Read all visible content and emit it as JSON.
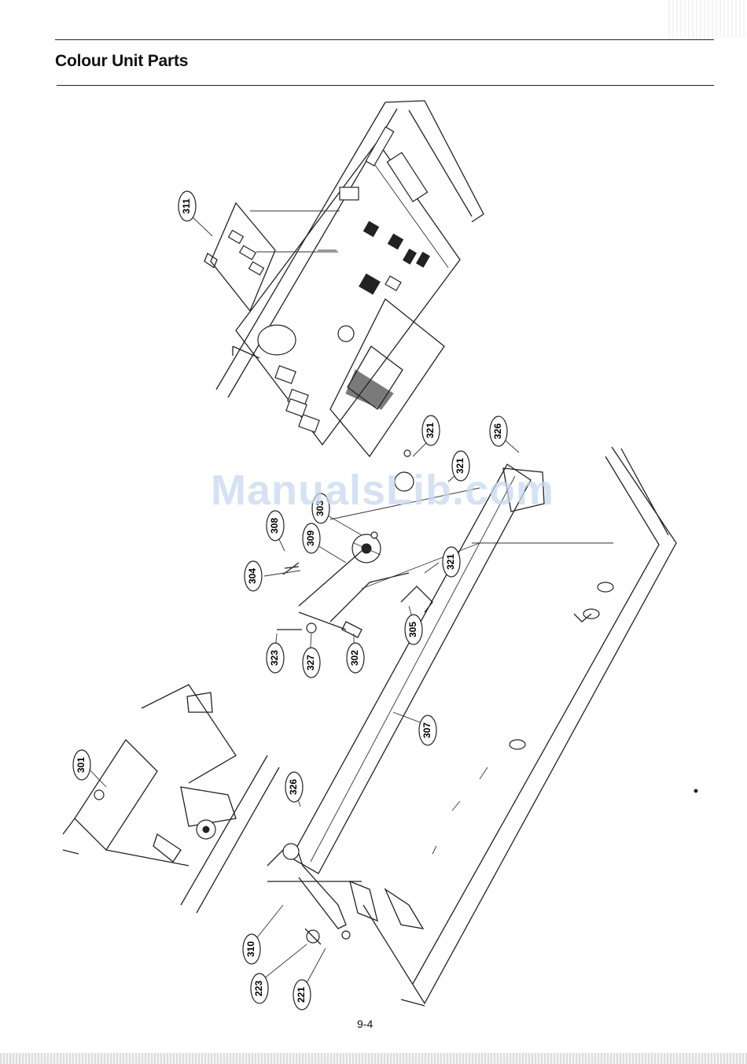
{
  "header": {
    "title": "Colour Unit Parts"
  },
  "watermark": "ManualsLib.com",
  "page_number": "9-4",
  "callouts": [
    {
      "id": "c311",
      "label": "311"
    },
    {
      "id": "c321a",
      "label": "321"
    },
    {
      "id": "c321b",
      "label": "321"
    },
    {
      "id": "c326a",
      "label": "326"
    },
    {
      "id": "c303",
      "label": "303"
    },
    {
      "id": "c308",
      "label": "308"
    },
    {
      "id": "c309",
      "label": "309"
    },
    {
      "id": "c304",
      "label": "304"
    },
    {
      "id": "c321c",
      "label": "321"
    },
    {
      "id": "c305",
      "label": "305"
    },
    {
      "id": "c323",
      "label": "323"
    },
    {
      "id": "c327",
      "label": "327"
    },
    {
      "id": "c302",
      "label": "302"
    },
    {
      "id": "c307",
      "label": "307"
    },
    {
      "id": "c301",
      "label": "301"
    },
    {
      "id": "c326b",
      "label": "326"
    },
    {
      "id": "c310",
      "label": "310"
    },
    {
      "id": "c223",
      "label": "223"
    },
    {
      "id": "c221",
      "label": "221"
    }
  ]
}
